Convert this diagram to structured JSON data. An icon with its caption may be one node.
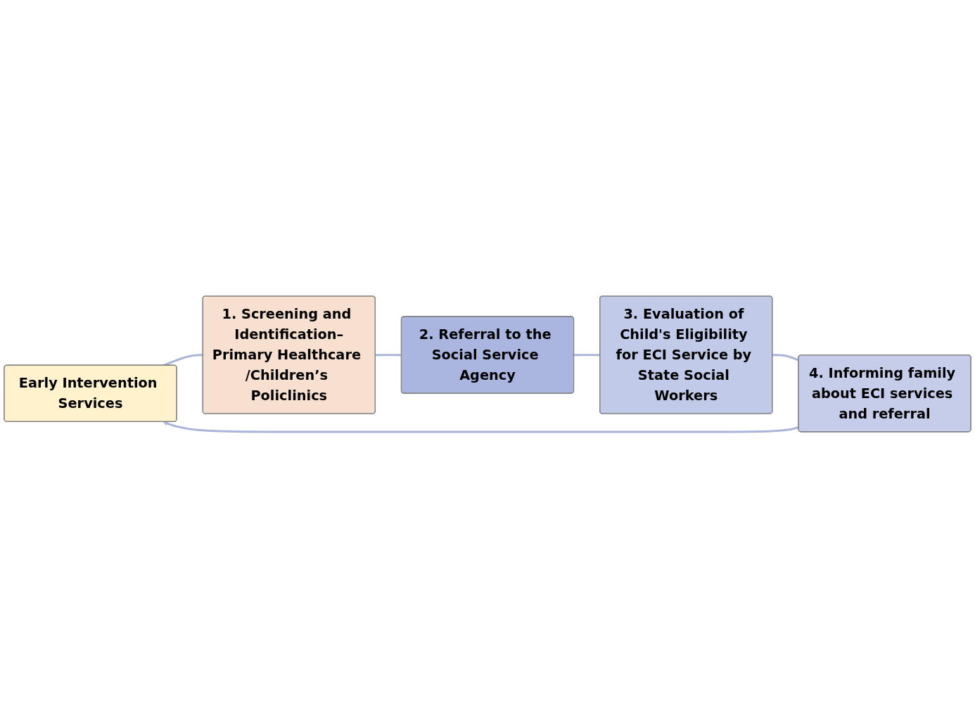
{
  "diagram": {
    "nodes": [
      {
        "text": [
          "Early Intervention Services"
        ]
      },
      {
        "text": [
          "1. Screening and Identification–Primary Healthcare /Children’s Policlinics"
        ]
      },
      {
        "text": [
          "2. Referral to the Social Service Agency"
        ]
      },
      {
        "text": [
          "3. Evaluation of Child's Eligibility for ECI Service by State Social Workers"
        ]
      },
      {
        "text": [
          "4. Informing family about ECI services and referral"
        ]
      }
    ],
    "edges": [
      {
        "from": 0,
        "to": 1,
        "arrow": "none"
      },
      {
        "from": 1,
        "to": 2,
        "arrow": "none"
      },
      {
        "from": 2,
        "to": 3,
        "arrow": "none"
      },
      {
        "from": 3,
        "to": 4,
        "arrow": "none"
      },
      {
        "from": 4,
        "to": 0,
        "arrow": "to"
      }
    ]
  }
}
